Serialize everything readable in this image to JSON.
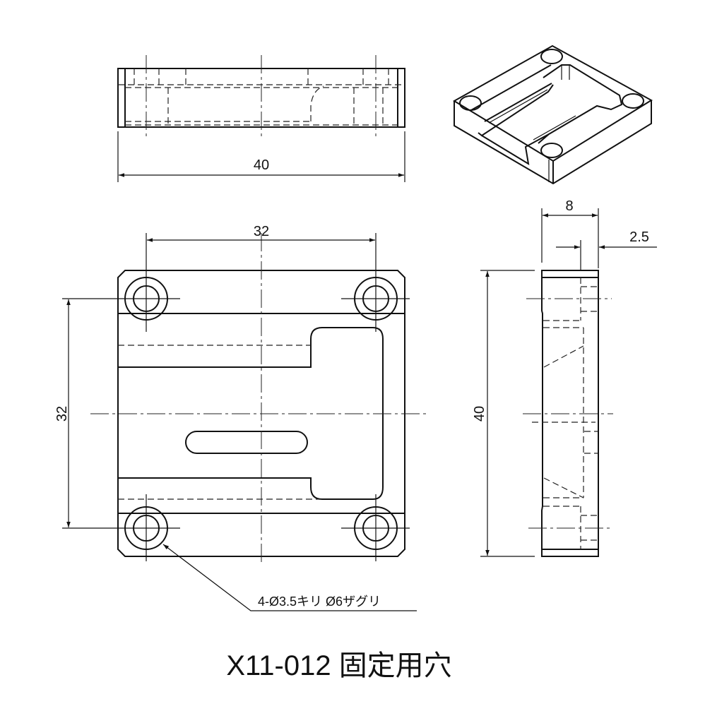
{
  "title": "X11-012 固定用穴",
  "dimensions": {
    "top_width": "40",
    "hole_spacing_horizontal": "32",
    "hole_spacing_vertical": "32",
    "side_thickness": "8",
    "side_step": "2.5",
    "side_height": "40"
  },
  "note": "4-Ø3.5キリ Ø6ザグリ"
}
